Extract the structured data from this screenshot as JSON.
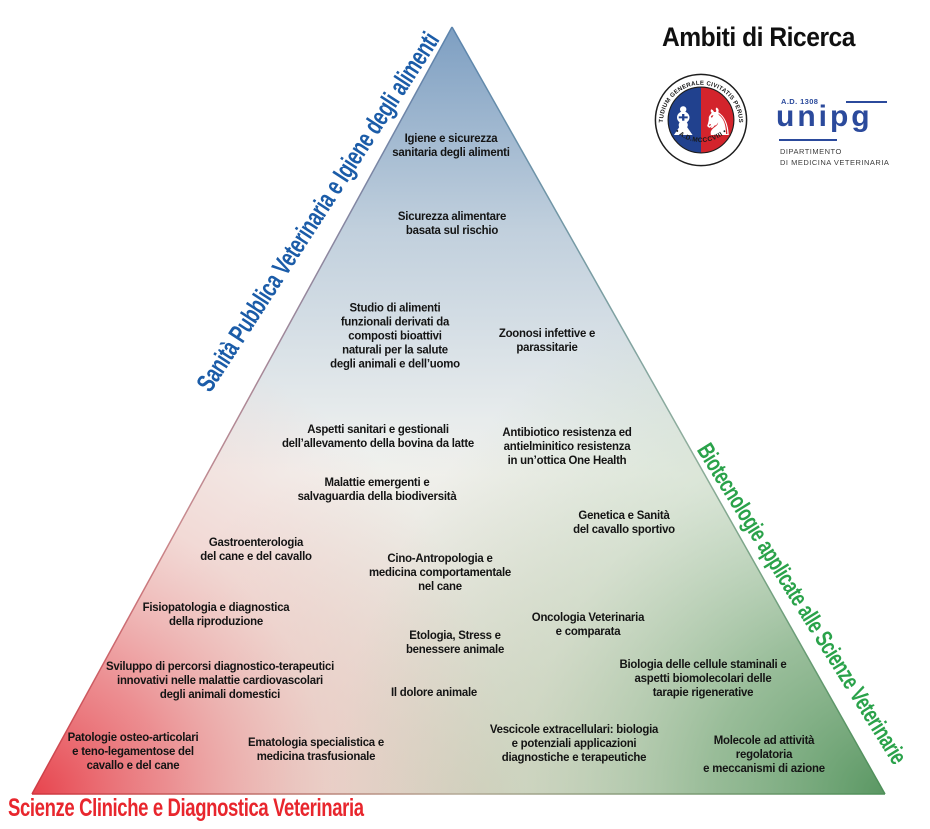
{
  "header": {
    "title": "Ambiti di Ricerca"
  },
  "logo": {
    "seal": {
      "top_text": "STUDIUM GENERALE CIVITATIS PERUSII",
      "bottom_text": "• A.D.MCCCVIII •",
      "left_color": "#21418e",
      "right_color": "#d3242c"
    },
    "unipg": {
      "ad_text": "A.D. 1308",
      "wordmark": "unipg",
      "dept_line1": "DIPARTIMENTO",
      "dept_line2": "DI MEDICINA VETERINARIA",
      "brand_color": "#2b4a9c"
    }
  },
  "edges": {
    "left": {
      "label": "Sanità Pubblica Veterinaria e Igiene degli alimenti",
      "color": "#1b5ca8"
    },
    "right": {
      "label": "Biotecnologie applicate alle Scienze Veterinarie",
      "color": "#2aa24a"
    },
    "bottom": {
      "label": "Scienze Cliniche e Diagnostica Veterinaria",
      "color": "#e8262d"
    }
  },
  "triangle_colors": {
    "top_blue": "#7b9dc1",
    "bottom_left_red": "#e73e48",
    "bottom_right_green": "#55945e",
    "bottom_center_tan": "#d5cdbc",
    "base": "#f3f4f1"
  },
  "topics": [
    {
      "text": "Igiene e sicurezza\nsanitaria degli alimenti"
    },
    {
      "text": "Sicurezza alimentare\nbasata sul rischio"
    },
    {
      "text": "Studio di alimenti\nfunzionali derivati da\ncomposti bioattivi\nnaturali per la salute\ndegli animali e dell’uomo"
    },
    {
      "text": "Zoonosi infettive e\nparassitarie"
    },
    {
      "text": "Aspetti sanitari e gestionali\ndell’allevamento della bovina da latte"
    },
    {
      "text": "Antibiotico resistenza ed\nantielminitico resistenza\nin un’ottica One Health"
    },
    {
      "text": "Malattie emergenti e\nsalvaguardia della biodiversità"
    },
    {
      "text": "Genetica e Sanità\ndel cavallo sportivo"
    },
    {
      "text": "Gastroenterologia\ndel cane e del cavallo"
    },
    {
      "text": "Cino-Antropologia e\nmedicina comportamentale\nnel cane"
    },
    {
      "text": "Fisiopatologia e diagnostica\ndella riproduzione"
    },
    {
      "text": "Oncologia Veterinaria\ne comparata"
    },
    {
      "text": "Etologia, Stress e\nbenessere animale"
    },
    {
      "text": "Sviluppo di percorsi diagnostico-terapeutici\ninnovativi nelle malattie cardiovascolari\ndegli animali domestici"
    },
    {
      "text": "Il dolore animale"
    },
    {
      "text": "Biologia delle cellule staminali e\naspetti biomolecolari delle\ntarapie rigenerative"
    },
    {
      "text": "Patologie osteo-articolari\ne teno-legamentose del\ncavallo e del cane"
    },
    {
      "text": "Ematologia specialistica e\nmedicina trasfusionale"
    },
    {
      "text": "Vescicole extracellulari: biologia\ne potenziali applicazioni\ndiagnostiche e terapeutiche"
    },
    {
      "text": "Molecole ad attività regolatoria\ne meccanismi di azione"
    }
  ]
}
